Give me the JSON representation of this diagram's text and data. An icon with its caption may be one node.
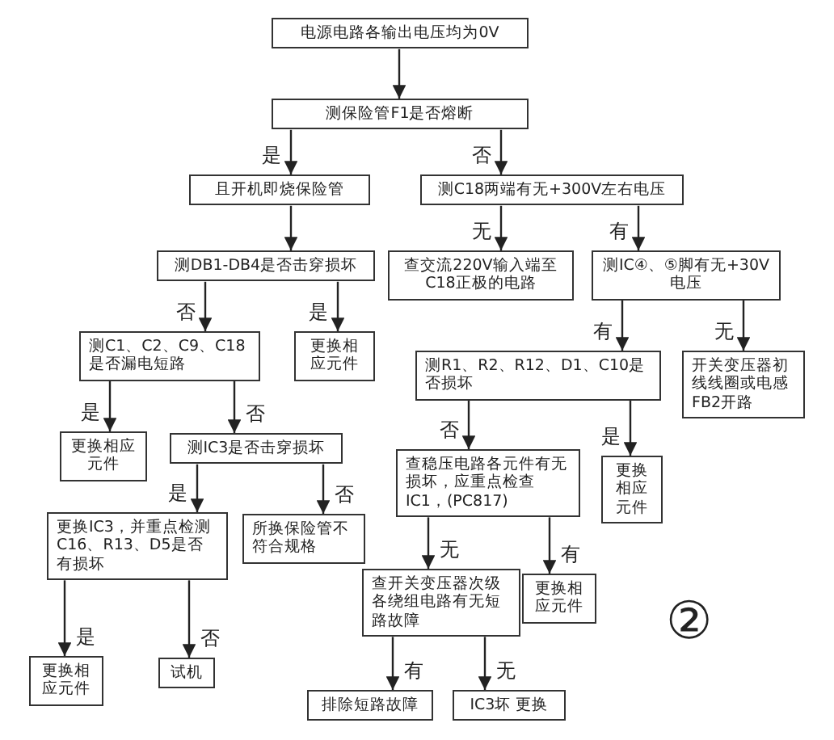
{
  "diagram": {
    "nodes": [
      {
        "text": [
          "电源电路各输出电压均为0V"
        ]
      },
      {
        "text": [
          "测保险管F1是否熔断"
        ]
      },
      {
        "text": [
          "且开机即烧保险管"
        ]
      },
      {
        "text": [
          "测C18两端有无+300V左右电压"
        ]
      },
      {
        "text": [
          "测DB1-DB4是否击穿损坏"
        ]
      },
      {
        "text": [
          "查交流220V输入端至C18正极的电路"
        ]
      },
      {
        "text": [
          "测IC④、⑤脚有无+30V电压"
        ]
      },
      {
        "text": [
          "测C1、C2、C9、C18是否漏电短路"
        ]
      },
      {
        "text": [
          "更换相应元件"
        ]
      },
      {
        "text": [
          "测R1、R2、R12、D1、C10是否损坏"
        ]
      },
      {
        "text": [
          "开关变压器初线线圈或电感FB2开路"
        ]
      },
      {
        "text": [
          "更换相应元件"
        ]
      },
      {
        "text": [
          "测IC3是否击穿损坏"
        ]
      },
      {
        "text": [
          "查稳压电路各元件有无损坏，应重点检查IC1，(PC817)"
        ]
      },
      {
        "text": [
          "更换相应元件"
        ]
      },
      {
        "text": [
          "更换IC3，并重点检测C16、R13、D5是否有损坏"
        ]
      },
      {
        "text": [
          "所换保险管不符合规格"
        ]
      },
      {
        "text": [
          "查开关变压器次级各绕组电路有无短路故障"
        ]
      },
      {
        "text": [
          "更换相应元件"
        ]
      },
      {
        "text": [
          "更换相应元件"
        ]
      },
      {
        "text": [
          "试机"
        ]
      },
      {
        "text": [
          "排除短路故障"
        ]
      },
      {
        "text": [
          "IC3坏 更换"
        ]
      }
    ],
    "edges": [
      {
        "from": 0,
        "to": 1,
        "arrow": "to"
      },
      {
        "from": 1,
        "to": 2,
        "arrow": "to",
        "label": "是"
      },
      {
        "from": 1,
        "to": 3,
        "arrow": "to",
        "label": "否"
      },
      {
        "from": 2,
        "to": 4,
        "arrow": "to"
      },
      {
        "from": 3,
        "to": 5,
        "arrow": "to",
        "label": "无"
      },
      {
        "from": 3,
        "to": 6,
        "arrow": "to",
        "label": "有"
      },
      {
        "from": 4,
        "to": 7,
        "arrow": "to",
        "label": "否"
      },
      {
        "from": 4,
        "to": 8,
        "arrow": "to",
        "label": "是"
      },
      {
        "from": 7,
        "to": 11,
        "arrow": "to",
        "label": "是"
      },
      {
        "from": 7,
        "to": 12,
        "arrow": "to",
        "label": "否"
      },
      {
        "from": 6,
        "to": 9,
        "arrow": "to",
        "label": "有"
      },
      {
        "from": 6,
        "to": 10,
        "arrow": "to",
        "label": "无"
      },
      {
        "from": 9,
        "to": 13,
        "arrow": "to",
        "label": "否"
      },
      {
        "from": 9,
        "to": 14,
        "arrow": "to",
        "label": "是"
      },
      {
        "from": 12,
        "to": 15,
        "arrow": "to",
        "label": "是"
      },
      {
        "from": 12,
        "to": 16,
        "arrow": "to",
        "label": "否"
      },
      {
        "from": 13,
        "to": 17,
        "arrow": "to",
        "label": "无"
      },
      {
        "from": 13,
        "to": 18,
        "arrow": "to",
        "label": "有"
      },
      {
        "from": 15,
        "to": 19,
        "arrow": "to",
        "label": "是"
      },
      {
        "from": 15,
        "to": 20,
        "arrow": "to",
        "label": "否"
      },
      {
        "from": 17,
        "to": 21,
        "arrow": "to",
        "label": "有"
      },
      {
        "from": 17,
        "to": 22,
        "arrow": "to",
        "label": "无"
      }
    ],
    "labels": [
      "②"
    ]
  }
}
